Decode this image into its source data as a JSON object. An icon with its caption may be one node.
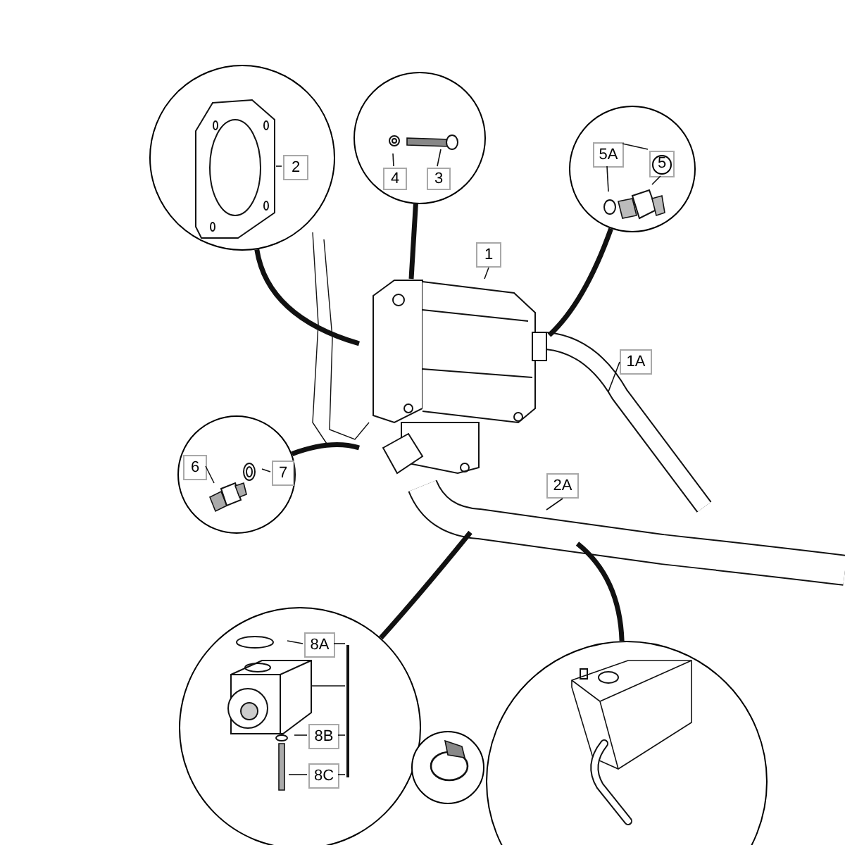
{
  "diagram": {
    "nodes": [
      {
        "text": [],
        "shape": "circle"
      },
      {
        "text": [
          "2"
        ],
        "in": 0
      },
      {
        "text": [],
        "shape": "circle"
      },
      {
        "text": [
          "4"
        ],
        "in": 2
      },
      {
        "text": [
          "3"
        ],
        "in": 2
      },
      {
        "text": [],
        "shape": "circle"
      },
      {
        "text": [
          "5A"
        ],
        "in": 5
      },
      {
        "text": [
          "5"
        ],
        "in": 5
      },
      {
        "text": [],
        "shape": "picture"
      },
      {
        "text": [
          "1"
        ]
      },
      {
        "text": [
          "1A"
        ]
      },
      {
        "text": [],
        "shape": "circle"
      },
      {
        "text": [
          "6"
        ],
        "in": 11
      },
      {
        "text": [
          "7"
        ],
        "in": 11
      },
      {
        "text": [
          "2A"
        ]
      },
      {
        "text": [],
        "shape": "circle"
      },
      {
        "text": [
          "8A"
        ],
        "in": 15
      },
      {
        "text": [
          "8B"
        ],
        "in": 15
      },
      {
        "text": [
          "8C"
        ],
        "in": 15
      },
      {
        "text": [],
        "shape": "circle"
      },
      {
        "text": [],
        "shape": "circle"
      },
      {
        "text": [],
        "shape": "bar",
        "in": 15
      }
    ],
    "edges": [
      {
        "from": 0,
        "to": 8,
        "arrow": "none",
        "style": "thick"
      },
      {
        "from": 2,
        "to": 8,
        "arrow": "none",
        "style": "thick"
      },
      {
        "from": 5,
        "to": 8,
        "arrow": "none",
        "style": "thick"
      },
      {
        "from": 11,
        "to": 8,
        "arrow": "none",
        "style": "thick"
      },
      {
        "from": 15,
        "to": null,
        "arrow": "none",
        "style": "thick"
      },
      {
        "from": 20,
        "to": null,
        "arrow": "none",
        "style": "thick"
      },
      {
        "from": 1,
        "to": null,
        "arrow": "none"
      },
      {
        "from": 3,
        "to": null,
        "arrow": "none"
      },
      {
        "from": 4,
        "to": null,
        "arrow": "none"
      },
      {
        "from": 6,
        "to": null,
        "arrow": "none"
      },
      {
        "from": 7,
        "to": null,
        "arrow": "none"
      },
      {
        "from": 6,
        "to": 7,
        "arrow": "none"
      },
      {
        "from": 9,
        "to": 8,
        "arrow": "none"
      },
      {
        "from": 10,
        "to": null,
        "arrow": "none"
      },
      {
        "from": 12,
        "to": null,
        "arrow": "none"
      },
      {
        "from": 13,
        "to": null,
        "arrow": "none"
      },
      {
        "from": 14,
        "to": null,
        "arrow": "none"
      },
      {
        "from": 16,
        "to": null,
        "arrow": "none"
      },
      {
        "from": 17,
        "to": null,
        "arrow": "none"
      },
      {
        "from": 18,
        "to": null,
        "arrow": "none"
      },
      {
        "from": 16,
        "to": 21,
        "arrow": "none"
      },
      {
        "from": 17,
        "to": 21,
        "arrow": "none"
      },
      {
        "from": 18,
        "to": 21,
        "arrow": "none"
      },
      {
        "from": 21,
        "to": null,
        "arrow": "none"
      }
    ]
  }
}
